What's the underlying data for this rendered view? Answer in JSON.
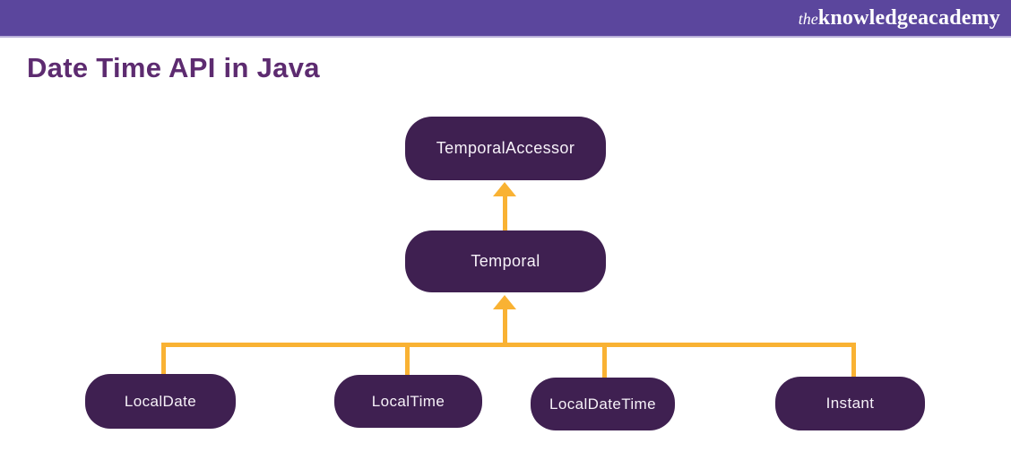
{
  "header": {
    "logo_the": "the",
    "logo_knowledge": "knowledge",
    "logo_academy": "academy",
    "background_color": "#5B469D"
  },
  "page": {
    "title": "Date Time API in Java",
    "title_color": "#5D2B70"
  },
  "diagram": {
    "type": "hierarchy",
    "colors": {
      "node_fill": "#3F2051",
      "node_text": "#F6F1F8",
      "connector": "#F9B233"
    },
    "nodes": [
      {
        "id": "temporal-accessor",
        "label": "TemporalAccessor",
        "level": 0
      },
      {
        "id": "temporal",
        "label": "Temporal",
        "level": 1
      },
      {
        "id": "local-date",
        "label": "LocalDate",
        "level": 2
      },
      {
        "id": "local-time",
        "label": "LocalTime",
        "level": 2
      },
      {
        "id": "local-date-time",
        "label": "LocalDateTime",
        "level": 2
      },
      {
        "id": "instant",
        "label": "Instant",
        "level": 2
      }
    ],
    "edges": [
      {
        "from": "temporal",
        "to": "temporal-accessor",
        "style": "arrow-up"
      },
      {
        "from": "local-date",
        "to": "temporal",
        "style": "tree-arrow-up"
      },
      {
        "from": "local-time",
        "to": "temporal",
        "style": "tree-arrow-up"
      },
      {
        "from": "local-date-time",
        "to": "temporal",
        "style": "tree-arrow-up"
      },
      {
        "from": "instant",
        "to": "temporal",
        "style": "tree-arrow-up"
      }
    ]
  }
}
